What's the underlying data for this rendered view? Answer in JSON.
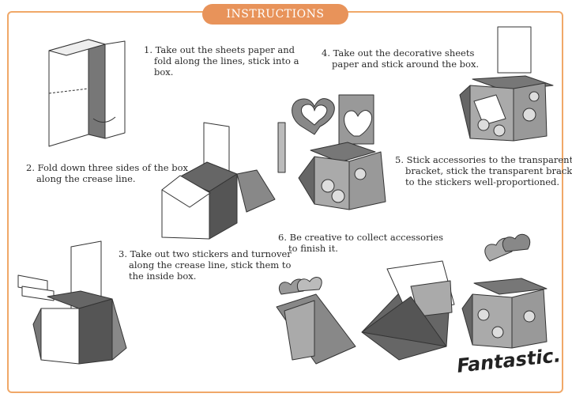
{
  "header": {
    "title": "INSTRUCTIONS"
  },
  "steps": [
    {
      "lines": [
        "1. Take out the sheets paper and",
        "fold along the lines, stick into a",
        "box."
      ]
    },
    {
      "lines": [
        "2. Fold down three sides of the box",
        "along the crease line."
      ]
    },
    {
      "lines": [
        "3. Take out two stickers and turnover",
        "along the crease line, stick them to",
        "the inside box."
      ]
    },
    {
      "lines": [
        "4. Take out the decorative sheets",
        "paper and stick around the box."
      ]
    },
    {
      "lines": [
        "5. Stick accessories to the transparent",
        "bracket, stick the transparent bracket",
        "to the stickers well-proportioned."
      ]
    },
    {
      "lines": [
        "6. Be creative to collect accessories",
        "to finish it."
      ]
    }
  ],
  "footer": {
    "caption": "Fantastic."
  },
  "colors": {
    "frame": "#f0a868",
    "tab": "#e8935a",
    "paper_dark": "#6f6f6f",
    "paper_light": "#ffffff",
    "outline": "#333333"
  }
}
